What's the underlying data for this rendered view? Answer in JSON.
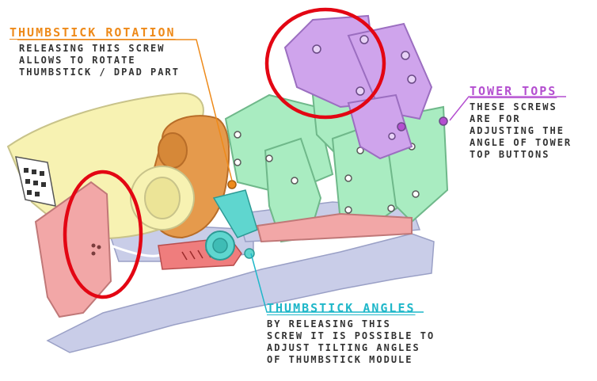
{
  "colors": {
    "rotation": "#ee8a1a",
    "tower": "#b44fd0",
    "angles": "#1fb7c9",
    "highlight": "#e30613",
    "base": "#c9cde8",
    "pink": "#f2a7a7",
    "yellow": "#f7f2b2",
    "orange": "#e59a4c",
    "green": "#a9ecc1",
    "purple": "#cfa4ec",
    "teal": "#5fd6cf",
    "red_slide": "#ef7d7d"
  },
  "labels": {
    "thumbstick_rotation": {
      "title": "THUMBSTICK ROTATION",
      "lines": [
        "RELEASING THIS SCREW",
        "ALLOWS TO ROTATE",
        "THUMBSTICK / DPAD PART"
      ]
    },
    "tower_tops": {
      "title": "TOWER TOPS",
      "lines": [
        "THESE SCREWS",
        "ARE FOR",
        "ADJUSTING THE",
        "ANGLE OF TOWER",
        "TOP BUTTONS"
      ]
    },
    "thumbstick_angles": {
      "title": "THUMBSTICK ANGLES",
      "lines": [
        "BY RELEASING THIS",
        "SCREW IT IS POSSIBLE TO",
        "ADJUST TILTING ANGLES",
        "OF THUMBSTICK MODULE"
      ]
    }
  },
  "highlights": [
    {
      "name": "tower-tops-highlight"
    },
    {
      "name": "side-screws-highlight"
    }
  ]
}
